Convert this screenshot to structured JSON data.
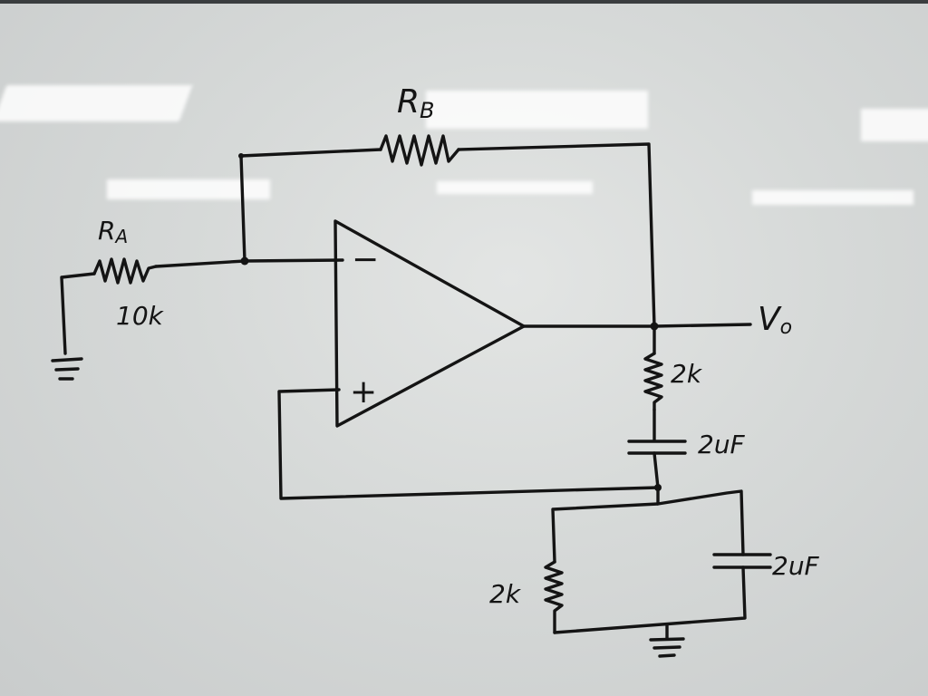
{
  "labels": {
    "rb": "R",
    "rb_sub": "B",
    "ra": "R",
    "ra_sub": "A",
    "ra_value": "10k",
    "minus": "−",
    "plus": "+",
    "vo": "V",
    "vo_sub": "o",
    "r1_value": "2k",
    "c1_value": "2uF",
    "r2_value": "2k",
    "c2_value": "2uF"
  },
  "colors": {
    "ink": "#141414",
    "board": "#d6d9d8"
  }
}
